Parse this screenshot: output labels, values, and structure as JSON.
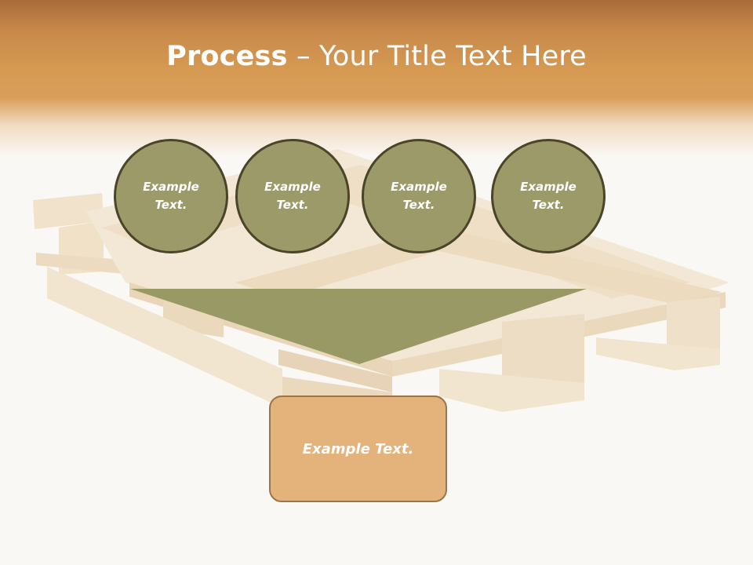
{
  "title": {
    "strong": "Process",
    "rest": " – Your Title Text Here"
  },
  "circles": [
    {
      "text": "Example Text."
    },
    {
      "text": "Example Text."
    },
    {
      "text": "Example Text."
    },
    {
      "text": "Example Text."
    }
  ],
  "result": {
    "text": "Example Text."
  },
  "colors": {
    "circle_fill": "#9b9a68",
    "circle_border": "#4a4528",
    "funnel_fill": "#999966",
    "result_fill": "#e3b37b",
    "result_border": "#9b7449",
    "header": "#d69a52"
  }
}
